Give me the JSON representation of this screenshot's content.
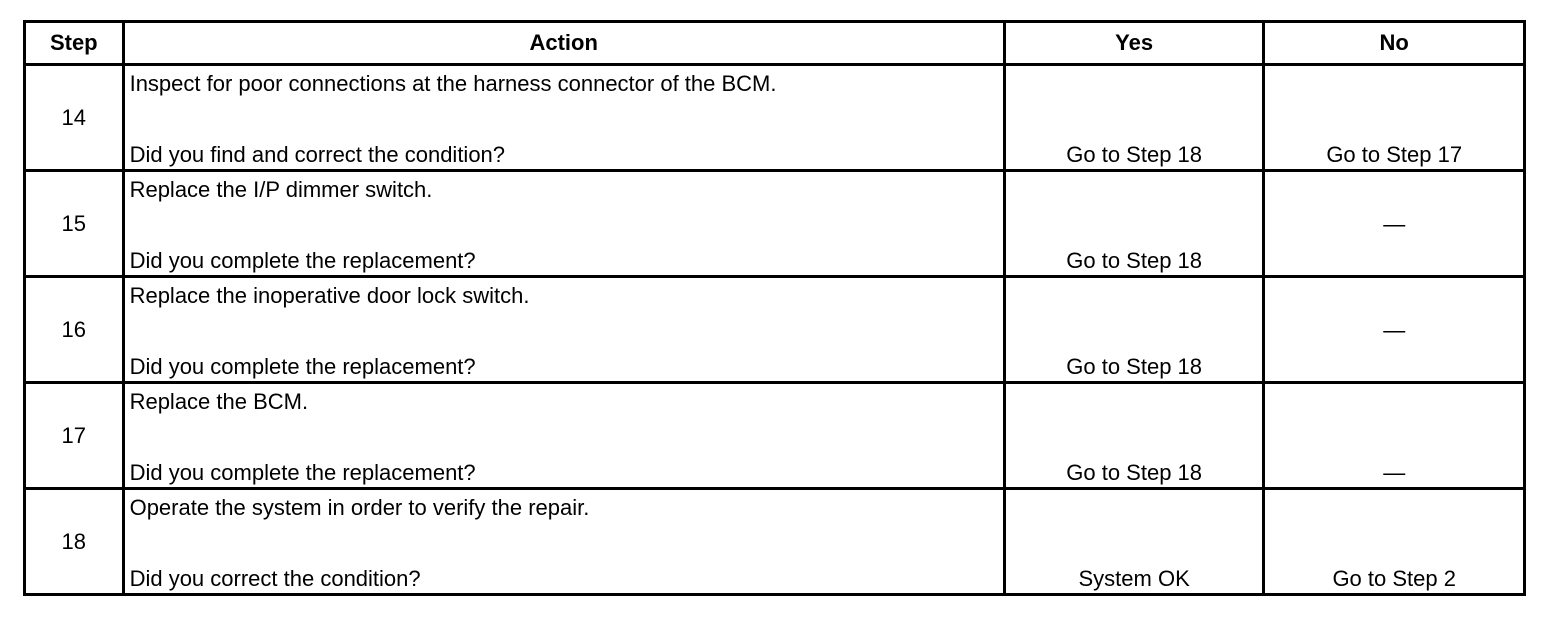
{
  "table": {
    "headers": {
      "step": "Step",
      "action": "Action",
      "yes": "Yes",
      "no": "No"
    },
    "rows": [
      {
        "step": "14",
        "action": "Inspect for poor connections at the harness connector of the BCM.",
        "question": "Did you find and correct the condition?",
        "yes": "Go to Step 18",
        "yes_position": "bottom",
        "no": "Go to Step 17",
        "no_position": "bottom"
      },
      {
        "step": "15",
        "action": "Replace the I/P dimmer switch.",
        "question": "Did you complete the replacement?",
        "yes": "Go to Step 18",
        "yes_position": "bottom",
        "no": "—",
        "no_position": "middle"
      },
      {
        "step": "16",
        "action": "Replace the inoperative door lock switch.",
        "question": "Did you complete the replacement?",
        "yes": "Go to Step 18",
        "yes_position": "bottom",
        "no": "—",
        "no_position": "middle"
      },
      {
        "step": "17",
        "action": "Replace the BCM.",
        "question": "Did you complete the replacement?",
        "yes": "Go to Step 18",
        "yes_position": "bottom",
        "no": "—",
        "no_position": "bottom"
      },
      {
        "step": "18",
        "action": "Operate the system in order to verify the repair.",
        "question": "Did you correct the condition?",
        "yes": "System OK",
        "yes_position": "bottom",
        "no": "Go to Step 2",
        "no_position": "bottom"
      }
    ]
  }
}
